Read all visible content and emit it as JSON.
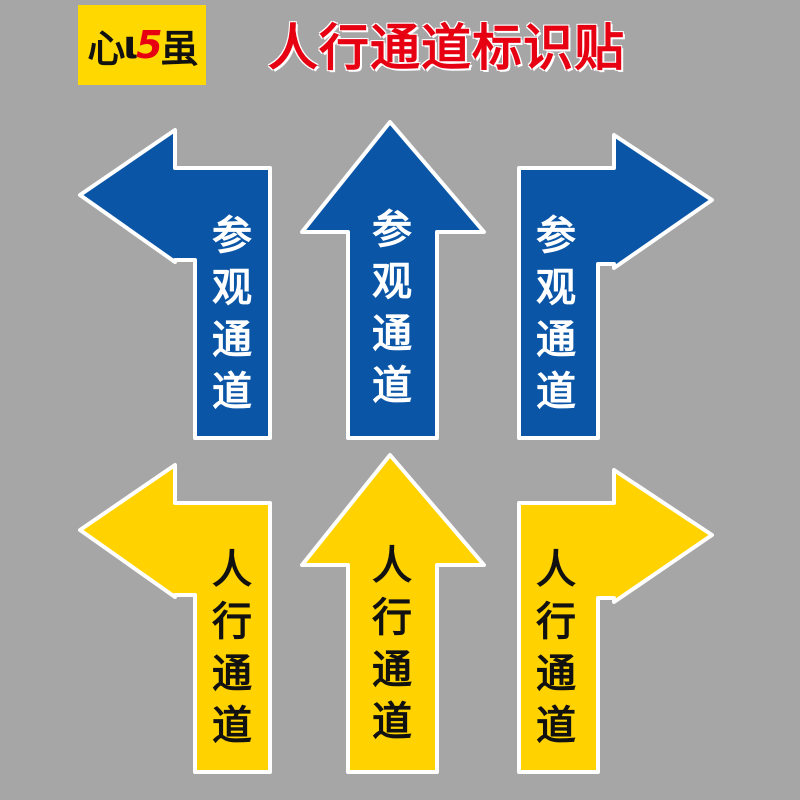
{
  "logo": {
    "part1": "心",
    "part2": "ι",
    "part3": "5",
    "part4": "虽"
  },
  "title": "人行通道标识贴",
  "colors": {
    "background": "#a6a6a6",
    "blue": "#0a55a6",
    "yellow": "#ffd200",
    "red": "#e60012",
    "white": "#ffffff",
    "black": "#111111"
  },
  "arrows": [
    {
      "id": "blue-left",
      "direction": "left",
      "color": "blue",
      "text_color": "white",
      "chars": [
        "参",
        "观",
        "通",
        "道"
      ]
    },
    {
      "id": "blue-up",
      "direction": "up",
      "color": "blue",
      "text_color": "white",
      "chars": [
        "参",
        "观",
        "通",
        "道"
      ]
    },
    {
      "id": "blue-right",
      "direction": "right",
      "color": "blue",
      "text_color": "white",
      "chars": [
        "参",
        "观",
        "通",
        "道"
      ]
    },
    {
      "id": "yellow-left",
      "direction": "left",
      "color": "yellow",
      "text_color": "black",
      "chars": [
        "人",
        "行",
        "通",
        "道"
      ]
    },
    {
      "id": "yellow-up",
      "direction": "up",
      "color": "yellow",
      "text_color": "black",
      "chars": [
        "人",
        "行",
        "通",
        "道"
      ]
    },
    {
      "id": "yellow-right",
      "direction": "right",
      "color": "yellow",
      "text_color": "black",
      "chars": [
        "人",
        "行",
        "通",
        "道"
      ]
    }
  ]
}
